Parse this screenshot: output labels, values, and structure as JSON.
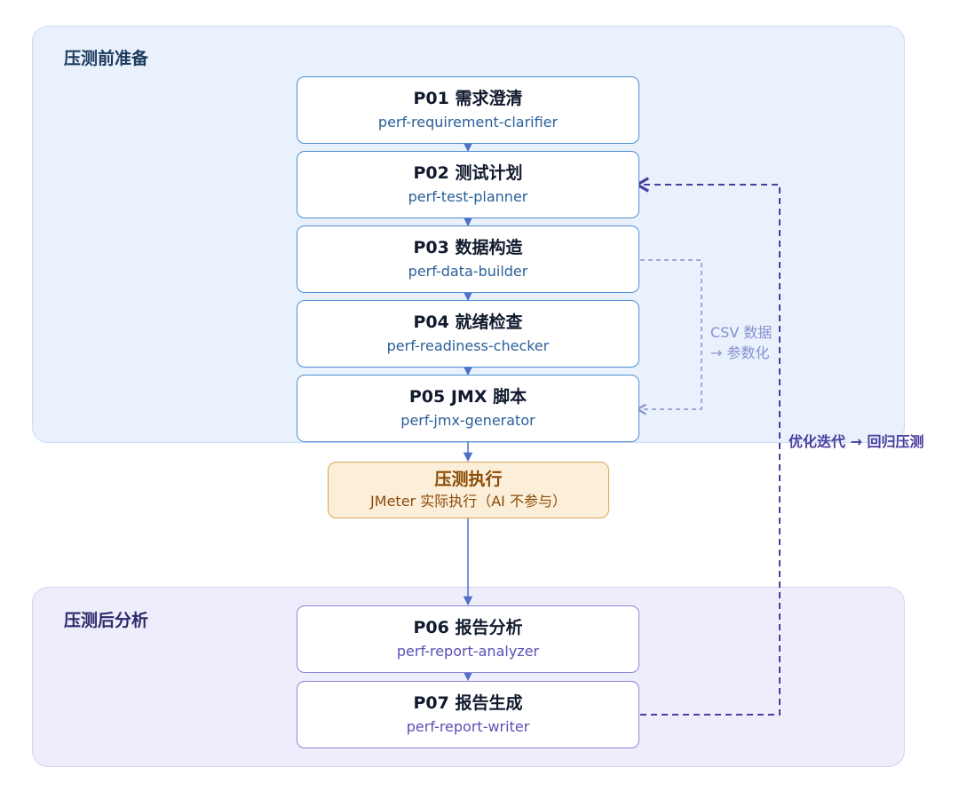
{
  "groups": {
    "pre": {
      "title": "压测前准备"
    },
    "post": {
      "title": "压测后分析"
    }
  },
  "nodes": [
    {
      "id": "P01",
      "title": "P01 需求澄清",
      "subtitle": "perf-requirement-clarifier"
    },
    {
      "id": "P02",
      "title": "P02 测试计划",
      "subtitle": "perf-test-planner"
    },
    {
      "id": "P03",
      "title": "P03 数据构造",
      "subtitle": "perf-data-builder"
    },
    {
      "id": "P04",
      "title": "P04 就绪检查",
      "subtitle": "perf-readiness-checker"
    },
    {
      "id": "P05",
      "title": "P05 JMX 脚本",
      "subtitle": "perf-jmx-generator"
    },
    {
      "id": "P06",
      "title": "P06 报告分析",
      "subtitle": "perf-report-analyzer"
    },
    {
      "id": "P07",
      "title": "P07 报告生成",
      "subtitle": "perf-report-writer"
    }
  ],
  "exec": {
    "title": "压测执行",
    "subtitle": "JMeter 实际执行（AI 不参与）"
  },
  "labels": {
    "csv_line1": "CSV 数据",
    "csv_line2": "→ 参数化",
    "loop": "优化迭代 → 回归压测"
  },
  "colors": {
    "flow_arrow": "#4f6fc9",
    "loop_arrow": "#4a3f9e",
    "csv_arrow": "#8a8fd0"
  }
}
